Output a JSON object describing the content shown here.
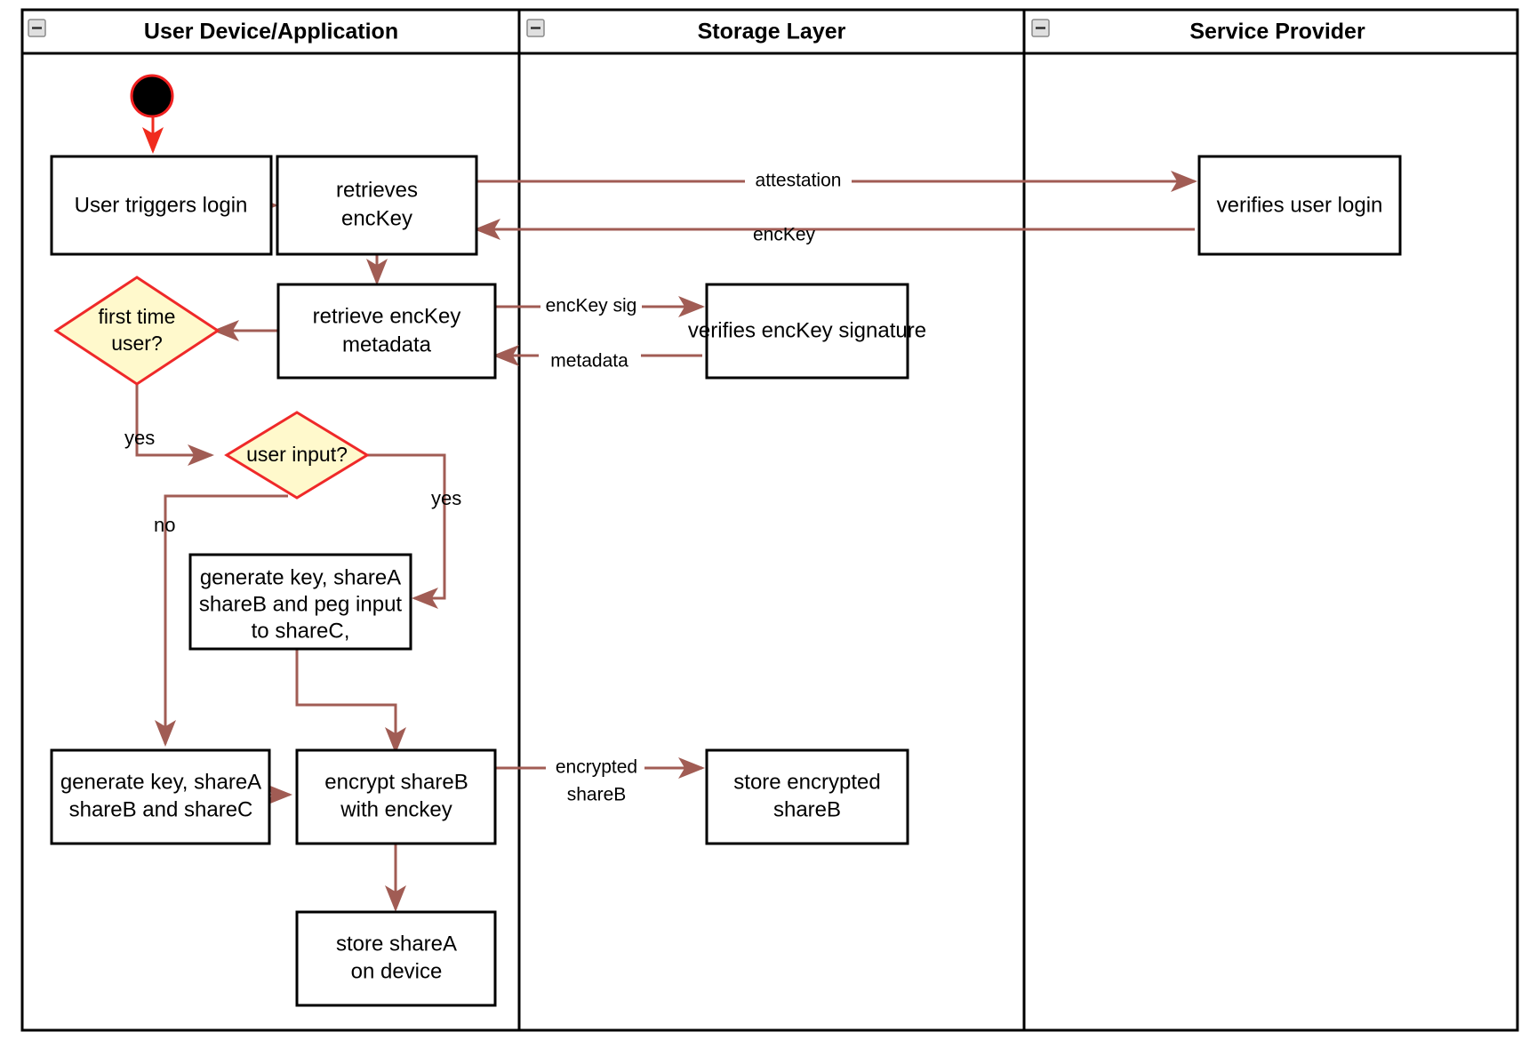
{
  "diagram": {
    "type": "uml-activity-swimlane",
    "title": "",
    "colors": {
      "lane_border": "#000000",
      "activity_border": "#000000",
      "activity_fill": "#ffffff",
      "decision_border": "#ef2929",
      "decision_fill": "#fff9cc",
      "flow_arrow": "#a15c54",
      "start_arrow": "#f02b1d",
      "start_node_fill": "#000000",
      "start_node_border": "#ef2020",
      "text": "#000000",
      "canvas": "#ffffff"
    },
    "lanes": [
      {
        "id": "lane-user-device",
        "title": "User Device/Application",
        "collapse_icon": "minus-icon"
      },
      {
        "id": "lane-storage",
        "title": "Storage Layer",
        "collapse_icon": "minus-icon"
      },
      {
        "id": "lane-service-provider",
        "title": "Service Provider",
        "collapse_icon": "minus-icon"
      }
    ],
    "nodes": [
      {
        "id": "start",
        "kind": "start",
        "lane": "lane-user-device",
        "label": ""
      },
      {
        "id": "user-triggers-login",
        "kind": "activity",
        "lane": "lane-user-device",
        "label": "User triggers login",
        "lines": [
          "User triggers login"
        ]
      },
      {
        "id": "retrieves-enckey",
        "kind": "activity",
        "lane": "lane-user-device",
        "label": "retrieves encKey",
        "lines": [
          "retrieves",
          "encKey"
        ]
      },
      {
        "id": "retrieve-enckey-metadata",
        "kind": "activity",
        "lane": "lane-user-device",
        "label": "retrieve encKey metadata",
        "lines": [
          "retrieve encKey",
          "metadata"
        ]
      },
      {
        "id": "first-time-user",
        "kind": "decision",
        "lane": "lane-user-device",
        "label": "first time user?",
        "lines": [
          "first time",
          "user?"
        ]
      },
      {
        "id": "user-input",
        "kind": "decision",
        "lane": "lane-user-device",
        "label": "user input?",
        "lines": [
          "user input?"
        ]
      },
      {
        "id": "generate-peg",
        "kind": "activity",
        "lane": "lane-user-device",
        "label": "generate key, shareA shareB and peg input to shareC,",
        "lines": [
          "generate key, shareA",
          "shareB and peg input",
          "to shareC,"
        ]
      },
      {
        "id": "generate-abc",
        "kind": "activity",
        "lane": "lane-user-device",
        "label": "generate key, shareA shareB and shareC",
        "lines": [
          "generate key, shareA",
          "shareB and shareC"
        ]
      },
      {
        "id": "encrypt-shareb",
        "kind": "activity",
        "lane": "lane-user-device",
        "label": "encrypt shareB with enckey",
        "lines": [
          "encrypt shareB",
          "with enckey"
        ]
      },
      {
        "id": "store-sharea",
        "kind": "activity",
        "lane": "lane-user-device",
        "label": "store shareA on device",
        "lines": [
          "store shareA",
          "on device"
        ]
      },
      {
        "id": "verifies-enckey-signature",
        "kind": "activity",
        "lane": "lane-storage",
        "label": "verifies encKey signature",
        "lines": [
          "verifies encKey signature"
        ]
      },
      {
        "id": "store-encrypted-shareb",
        "kind": "activity",
        "lane": "lane-storage",
        "label": "store encrypted shareB",
        "lines": [
          "store encrypted",
          "shareB"
        ]
      },
      {
        "id": "verifies-user-login",
        "kind": "activity",
        "lane": "lane-service-provider",
        "label": "verifies user login",
        "lines": [
          "verifies user login"
        ]
      }
    ],
    "edges": [
      {
        "id": "edge-start-login",
        "from": "start",
        "to": "user-triggers-login",
        "label": ""
      },
      {
        "id": "edge-login-retrieves",
        "from": "user-triggers-login",
        "to": "retrieves-enckey",
        "label": ""
      },
      {
        "id": "edge-attestation",
        "from": "retrieves-enckey",
        "to": "verifies-user-login",
        "label": "attestation"
      },
      {
        "id": "edge-enckey",
        "from": "verifies-user-login",
        "to": "retrieves-enckey",
        "label": "encKey"
      },
      {
        "id": "edge-retrieves-metadata",
        "from": "retrieves-enckey",
        "to": "retrieve-enckey-metadata",
        "label": ""
      },
      {
        "id": "edge-enckey-sig",
        "from": "retrieve-enckey-metadata",
        "to": "verifies-enckey-signature",
        "label": "encKey sig"
      },
      {
        "id": "edge-metadata",
        "from": "verifies-enckey-signature",
        "to": "retrieve-enckey-metadata",
        "label": "metadata"
      },
      {
        "id": "edge-metadata-firsttime",
        "from": "retrieve-enckey-metadata",
        "to": "first-time-user",
        "label": ""
      },
      {
        "id": "edge-firsttime-yes",
        "from": "first-time-user",
        "to": "user-input",
        "label": "yes"
      },
      {
        "id": "edge-userinput-yes",
        "from": "user-input",
        "to": "generate-peg",
        "label": "yes"
      },
      {
        "id": "edge-userinput-no",
        "from": "user-input",
        "to": "generate-abc",
        "label": "no"
      },
      {
        "id": "edge-peg-encrypt",
        "from": "generate-peg",
        "to": "encrypt-shareb",
        "label": ""
      },
      {
        "id": "edge-abc-encrypt",
        "from": "generate-abc",
        "to": "encrypt-shareb",
        "label": ""
      },
      {
        "id": "edge-encrypt-store",
        "from": "encrypt-shareb",
        "to": "store-encrypted-shareb",
        "label": "encrypted shareB",
        "label_lines": [
          "encrypted",
          "shareB"
        ]
      },
      {
        "id": "edge-encrypt-sharea",
        "from": "encrypt-shareb",
        "to": "store-sharea",
        "label": ""
      }
    ],
    "labels": {
      "attestation": "attestation",
      "enc_key": "encKey",
      "enc_key_sig": "encKey sig",
      "metadata": "metadata",
      "yes_first_time": "yes",
      "yes_user_input": "yes",
      "no_user_input": "no",
      "encrypted_line1": "encrypted",
      "encrypted_line2": "shareB"
    }
  }
}
